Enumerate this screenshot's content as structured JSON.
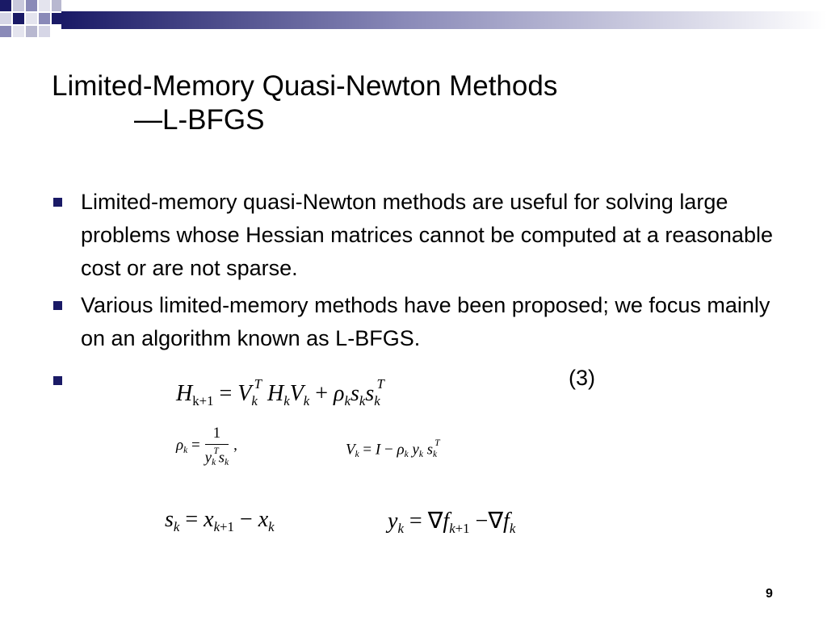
{
  "title": {
    "line1": "Limited-Memory Quasi-Newton Methods",
    "line2": "—L-BFGS"
  },
  "bullets": [
    "Limited-memory quasi-Newton methods are useful for solving large problems whose Hessian matrices cannot be computed at a reasonable cost or are not sparse.",
    "Various limited-memory methods have been proposed; we focus mainly on an algorithm known as L-BFGS."
  ],
  "equation_number": "(3)",
  "page_number": "9",
  "colors": {
    "bullet": "#1a1a66",
    "band_dark": "#1a1a66",
    "band_mid": "#8a8ab8",
    "band_light": "#d6d6e6"
  }
}
